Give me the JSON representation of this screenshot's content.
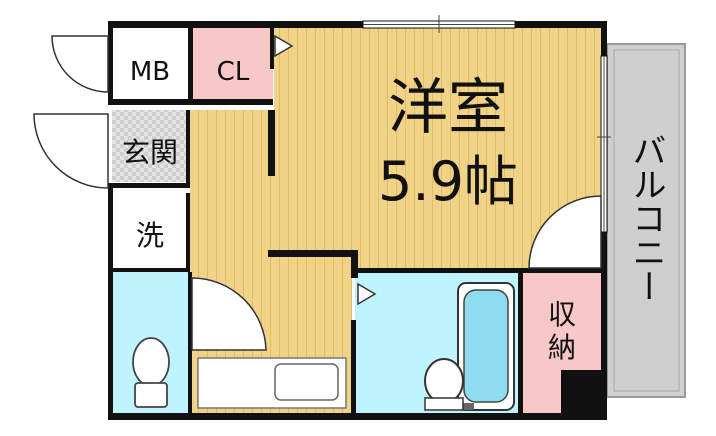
{
  "rooms": {
    "western_room": {
      "name": "洋室",
      "size": "5.9帖"
    },
    "mb": "MB",
    "cl": "CL",
    "genkan": "玄関",
    "washer": "洗",
    "balcony": "バルコニー",
    "storage_line1": "収",
    "storage_line2": "納"
  },
  "colors": {
    "wood": "#f0d388",
    "wood_stripe": "#e2bd62",
    "closet_pink": "#f8c8c8",
    "wet_area_cyan": "#bff4ff",
    "tile_gray": "#dcdcdc",
    "balcony_gray": "#cfcfcf",
    "wall": "#111111"
  }
}
